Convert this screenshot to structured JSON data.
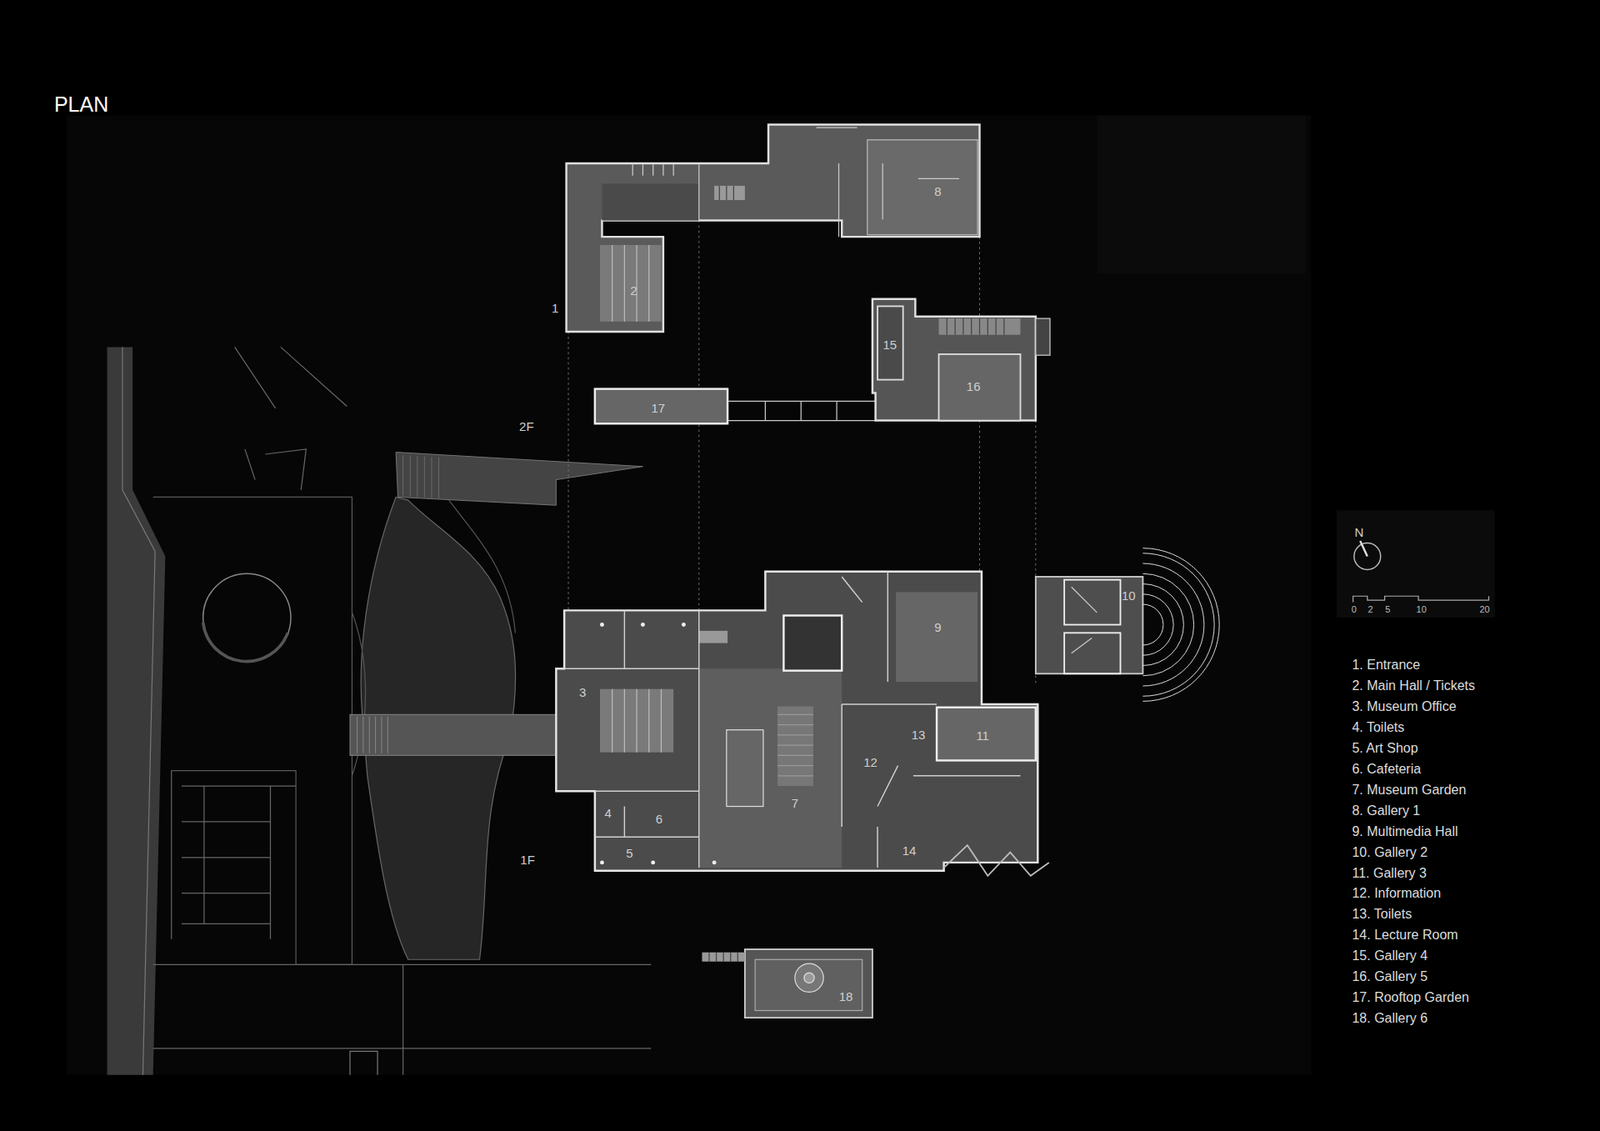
{
  "diagram": {
    "title": "PLAN",
    "labels": [
      "8",
      "2",
      "1",
      "15",
      "16",
      "17",
      "2F",
      "10",
      "9",
      "3",
      "11",
      "13",
      "12",
      "7",
      "4",
      "6",
      "5",
      "14",
      "1F",
      "18",
      "N",
      "0",
      "2",
      "5",
      "10",
      "20"
    ],
    "legend": [
      {
        "text": "1. Entrance"
      },
      {
        "text": "2. Main Hall / Tickets"
      },
      {
        "text": "3. Museum Office"
      },
      {
        "text": "4. Toilets"
      },
      {
        "text": "5. Art Shop"
      },
      {
        "text": "6. Cafeteria"
      },
      {
        "text": "7. Museum Garden"
      },
      {
        "text": "8. Gallery 1"
      },
      {
        "text": "9. Multimedia Hall"
      },
      {
        "text": "10. Gallery 2"
      },
      {
        "text": "11. Gallery 3"
      },
      {
        "text": "12. Information"
      },
      {
        "text": "13. Toilets"
      },
      {
        "text": "14. Lecture Room"
      },
      {
        "text": "15. Gallery 4"
      },
      {
        "text": "16. Gallery 5"
      },
      {
        "text": "17. Rooftop Garden"
      },
      {
        "text": "18. Gallery 6"
      }
    ]
  }
}
